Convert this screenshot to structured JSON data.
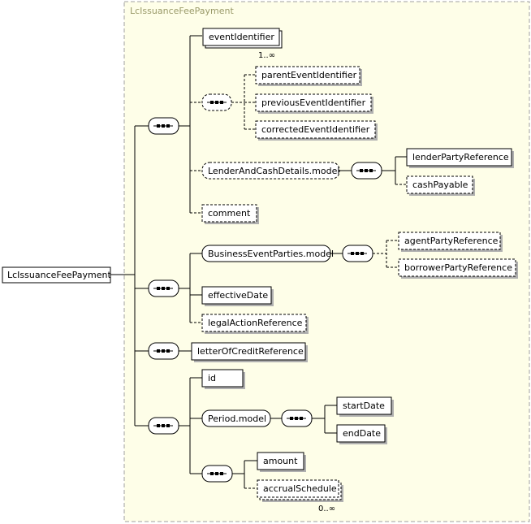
{
  "root": {
    "label": "LcIssuanceFeePayment"
  },
  "group": {
    "title": "LcIssuanceFeePayment"
  },
  "elements": {
    "event_identifier": "eventIdentifier",
    "parent_event_identifier": "parentEventIdentifier",
    "previous_event_identifier": "previousEventIdentifier",
    "corrected_event_identifier": "correctedEventIdentifier",
    "lender_and_cash_details_model": "LenderAndCashDetails.model",
    "lender_party_reference": "lenderPartyReference",
    "cash_payable": "cashPayable",
    "comment": "comment",
    "business_event_parties_model": "BusinessEventParties.model",
    "agent_party_reference": "agentPartyReference",
    "borrower_party_reference": "borrowerPartyReference",
    "effective_date": "effectiveDate",
    "legal_action_reference": "legalActionReference",
    "letter_of_credit_reference": "letterOfCreditReference",
    "id": "id",
    "period_model": "Period.model",
    "start_date": "startDate",
    "end_date": "endDate",
    "amount": "amount",
    "accrual_schedule": "accrualSchedule"
  },
  "occurrences": {
    "event_identifier": "1..∞",
    "accrual_schedule": "0..∞"
  },
  "colors": {
    "group_fill": "#fefee8",
    "group_border": "#a0a0a0",
    "box_border": "#000000",
    "shadow": "#b0b0b0"
  },
  "icons": [
    "sequence-compositor-icon"
  ]
}
